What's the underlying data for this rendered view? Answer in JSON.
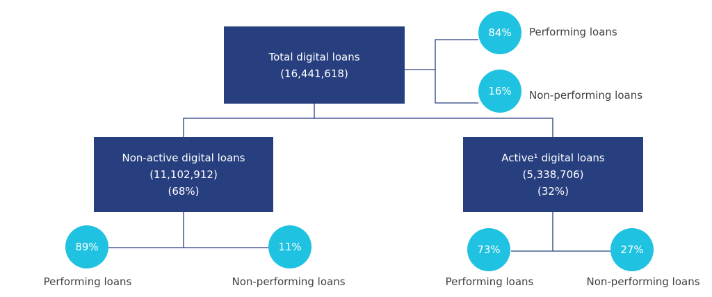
{
  "colors": {
    "box": "#273E7F",
    "circle": "#1FC2E0",
    "line": "#273E7F",
    "label": "#404040"
  },
  "total": {
    "title": "Total digital loans",
    "value": "(16,441,618)"
  },
  "total_split": {
    "performing": {
      "percent": "84%",
      "label": "Performing loans"
    },
    "non_performing": {
      "percent": "16%",
      "label": "Non-performing loans"
    }
  },
  "non_active": {
    "title": "Non-active digital loans",
    "value": "(11,102,912)",
    "share": "(68%)",
    "performing": {
      "percent": "89%",
      "label": "Performing loans"
    },
    "non_performing": {
      "percent": "11%",
      "label": "Non-performing loans"
    }
  },
  "active": {
    "title": "Active¹ digital loans",
    "value": "(5,338,706)",
    "share": "(32%)",
    "performing": {
      "percent": "73%",
      "label": "Performing loans"
    },
    "non_performing": {
      "percent": "27%",
      "label": "Non-performing loans"
    }
  }
}
